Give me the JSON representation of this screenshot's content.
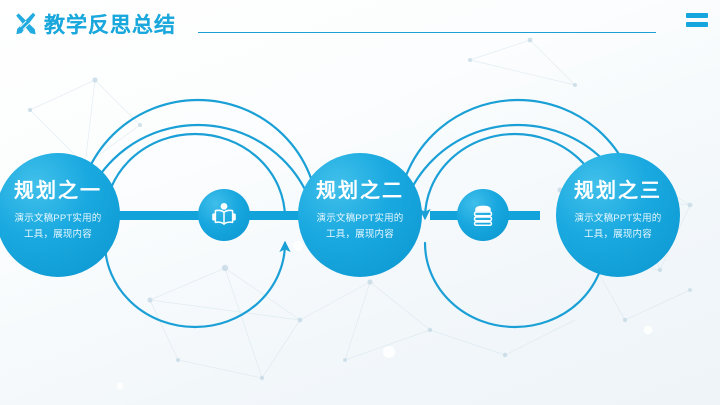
{
  "header": {
    "title": "教学反思总结",
    "logo_icon": "crossed-pen-pencil-icon",
    "menu_icon": "menu-two-bars-icon",
    "accent_color": "#15a6de",
    "rule_color": "#1c9fd4"
  },
  "diagram": {
    "type": "cycle-process",
    "accent_color": "#12a3da",
    "nodes": [
      {
        "title": "规划之一",
        "desc_line1": "演示文稿PPT实用的",
        "desc_line2": "工具，展现内容"
      },
      {
        "title": "规划之二",
        "desc_line1": "演示文稿PPT实用的",
        "desc_line2": "工具，展现内容"
      },
      {
        "title": "规划之三",
        "desc_line1": "演示文稿PPT实用的",
        "desc_line2": "工具，展现内容"
      }
    ],
    "connectors": [
      {
        "icon": "open-book-reader-icon"
      },
      {
        "icon": "stacked-books-icon"
      }
    ],
    "arrows": {
      "top_outer_direction": "right",
      "top_inner_direction": "left",
      "bottom_inner_direction": "right",
      "bottom_outer_direction": "left",
      "count": 8
    }
  }
}
